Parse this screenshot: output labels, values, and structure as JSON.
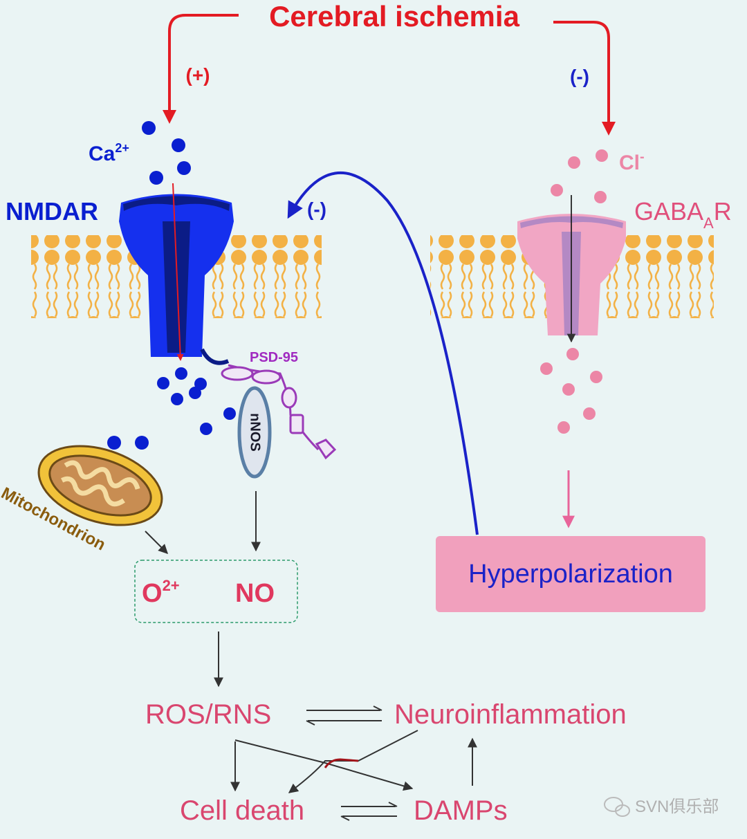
{
  "title": "Cerebral ischemia",
  "effects": {
    "nmdar_sign": "(+)",
    "gaba_sign": "(-)",
    "feedback_sign": "(-)"
  },
  "ions": {
    "calcium": "Ca",
    "calcium_charge": "2+",
    "chloride": "Cl",
    "chloride_charge": "-"
  },
  "receptors": {
    "nmdar": "NMDAR",
    "gaba_main": "GABA",
    "gaba_sub": "A",
    "gaba_tail": "R"
  },
  "proteins": {
    "psd95": "PSD-95",
    "nnos": "nNOS"
  },
  "organelle": "Mitochondrion",
  "products": {
    "superoxide": "O",
    "superoxide_charge": "2+",
    "nitric_oxide": "NO"
  },
  "outcomes": {
    "hyperpolarization": "Hyperpolarization",
    "ros_rns": "ROS/RNS",
    "neuroinflammation": "Neuroinflammation",
    "cell_death": "Cell death",
    "damps": "DAMPs"
  },
  "watermark": "SVN俱乐部",
  "colors": {
    "background": "#eaf4f4",
    "ischemia_red": "#e31b23",
    "calcium_blue": "#0a1fd0",
    "chloride_pink": "#ec86a6",
    "membrane_orange": "#f3b145",
    "outcome_text": "#d9466f",
    "hyperpolarization_box": "#f1a0bd"
  }
}
